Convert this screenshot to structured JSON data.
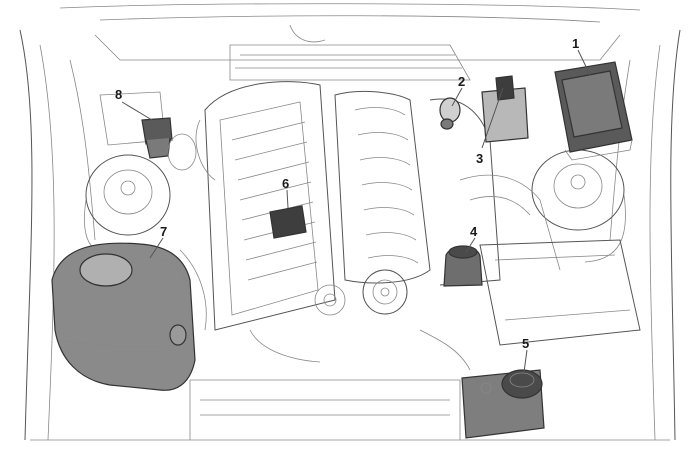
{
  "callouts": [
    {
      "id": "1",
      "text": "1"
    },
    {
      "id": "2",
      "text": "2"
    },
    {
      "id": "3",
      "text": "3"
    },
    {
      "id": "4",
      "text": "4"
    },
    {
      "id": "5",
      "text": "5"
    },
    {
      "id": "6",
      "text": "6"
    },
    {
      "id": "7",
      "text": "7"
    },
    {
      "id": "8",
      "text": "8"
    }
  ],
  "colors": {
    "outline": "#555555",
    "component_fill": "#8a8a8a",
    "component_dark": "#4a4a4a",
    "background": "#ffffff"
  }
}
